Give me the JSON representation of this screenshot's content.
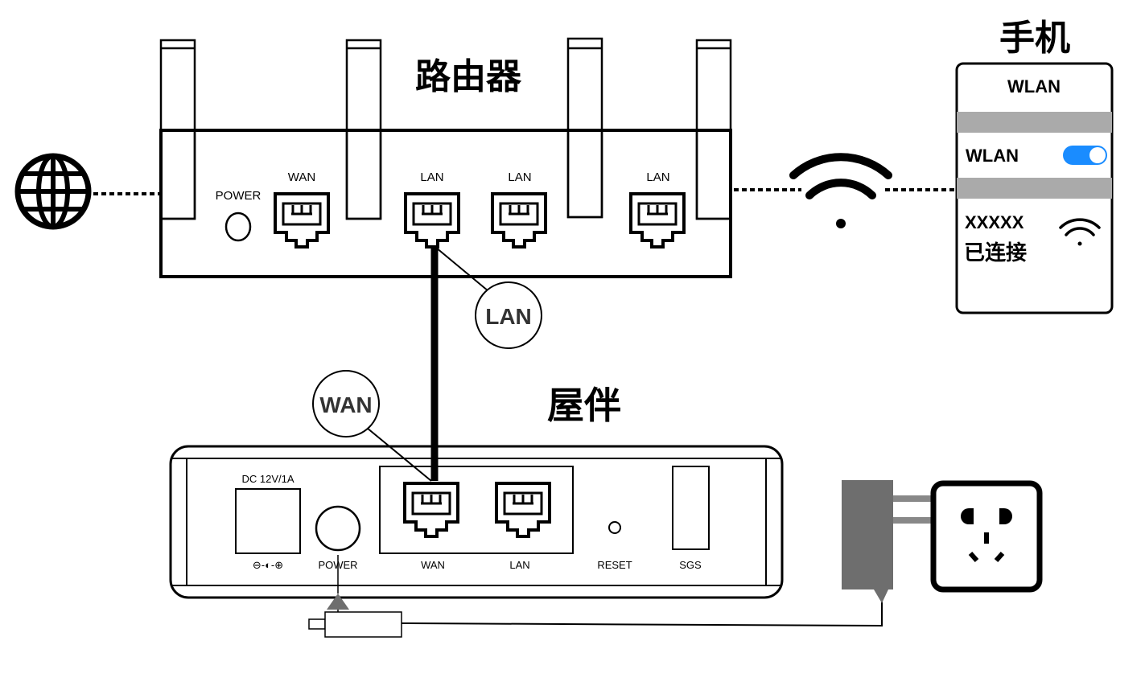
{
  "router": {
    "title": "路由器",
    "power_label": "POWER",
    "ports": [
      "WAN",
      "LAN",
      "LAN",
      "LAN"
    ]
  },
  "link": {
    "router_side": "LAN",
    "device_side": "WAN"
  },
  "device": {
    "title": "屋伴",
    "dc_label": "DC 12V/1A",
    "polarity": "⊖-◐-⊕",
    "power_label": "POWER",
    "wan_label": "WAN",
    "lan_label": "LAN",
    "reset_label": "RESET",
    "sgs_label": "SGS"
  },
  "phone": {
    "title": "手机",
    "header": "WLAN",
    "wlan_row_label": "WLAN",
    "toggle_on": true,
    "network_name": "XXXXX",
    "network_status": "已连接"
  },
  "colors": {
    "line": "#000000",
    "toggle": "#1a8cff",
    "adapter": "#6e6e6e",
    "phone_bar": "#aaaaaa"
  }
}
